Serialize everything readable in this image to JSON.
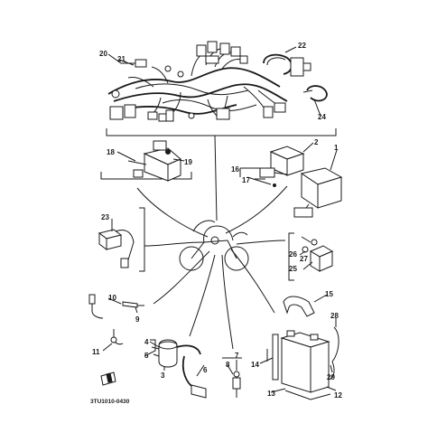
{
  "callouts": {
    "c1": "1",
    "c2": "2",
    "c3": "3",
    "c4": "4",
    "c5": "5",
    "c6": "6",
    "c7": "7",
    "c8": "8",
    "c9": "9",
    "c10": "10",
    "c11": "11",
    "c12": "12",
    "c13": "13",
    "c14": "14",
    "c15": "15",
    "c16": "16",
    "c17": "17",
    "c18": "18",
    "c19": "19",
    "c20": "20",
    "c21": "21",
    "c22": "22",
    "c23": "23",
    "c24": "24",
    "c25": "25",
    "c26": "26",
    "c27": "27",
    "c28": "28",
    "c29": "29"
  },
  "diagram_code": "3TU1010-0430",
  "icons": {
    "front_arrow": "FWD-arrow-icon",
    "motorcycle": "motorcycle-silhouette-icon"
  }
}
